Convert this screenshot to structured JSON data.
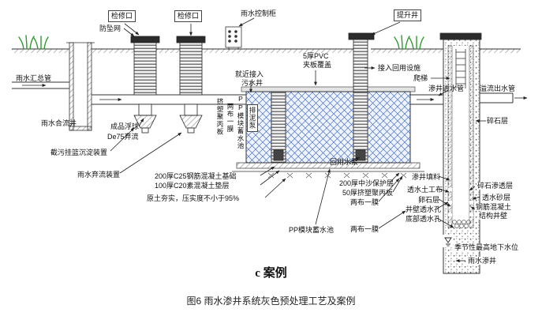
{
  "figure": {
    "case_label": "c 案例",
    "caption": "图6 雨水渗井系统灰色预处理工艺及案例"
  },
  "labels": {
    "inspection_port_1": "检修口",
    "inspection_port_2": "检修口",
    "rain_control_cabinet": "雨水控制柜",
    "lift_well": "提升井",
    "anti_fall_net": "防坠网",
    "rain_main_pipe": "雨水汇总管",
    "rain_combined_well": "雨水合流井",
    "float_ball_line1": "成品浮球",
    "float_ball_line2": "De75弃流",
    "interception_basket": "截污挂篮沉淀装置",
    "rain_diversion_device": "雨水弃流装置",
    "sewage_connect_line1": "就近接入",
    "sewage_connect_line2": "污水井",
    "pvc_cover_line1": "5厚PVC",
    "pvc_cover_line2": "夹板覆盖",
    "reuse_facility": "接入回用设施",
    "ladder": "爬梯",
    "well_inlet_pipe": "渗井进水管",
    "overflow_pipe": "溢流出水管",
    "gravel_layer": "碎石层",
    "v_xps_board": "挤塑聚丙板",
    "v_geo_membrane": "两布一膜",
    "v_pp_module": "PP模块蓄水池",
    "v_mud_pump": "排泥泵",
    "reuse_pump": "回用水泵",
    "concrete_foundation": "200厚C25钢筋混凝土基础",
    "plain_concrete": "100厚C20素混凝土垫层",
    "soil_compaction": "原土夯实，压实度不小于95%",
    "pp_module_tank": "PP模块蓄水池",
    "sand_protection": "200厚中沙保护层",
    "xps_board_50": "50厚挤塑聚丙板",
    "geo_membrane_1": "两布一膜",
    "geo_membrane_2": "两布一膜",
    "well_filler": "渗井填料",
    "permeable_geotextile": "透水土工布",
    "pebble_layer": "卵石层",
    "wall_holes": "井壁透水孔",
    "bottom_holes": "底部透水孔",
    "gravel_permeable": "碎石渗透层",
    "permeable_sand": "透水砂层",
    "rc_wall_line1": "钢筋混凝土",
    "rc_wall_line2": "结构井壁",
    "groundwater_level": "季节性最高地下水位",
    "rain_infiltration_well": "雨水渗井"
  },
  "colors": {
    "tank_blue": "#4a72cc",
    "grass_green": "#2e9b2e",
    "line": "#333333"
  }
}
